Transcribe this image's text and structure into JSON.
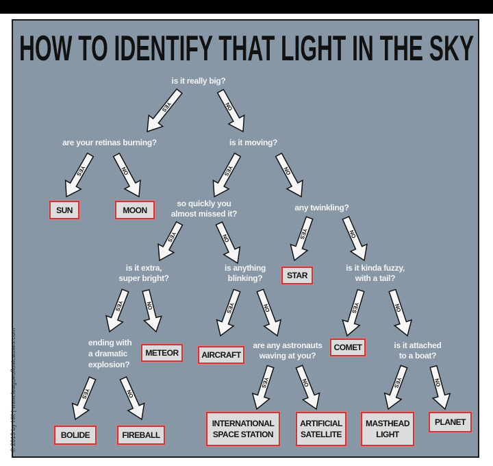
{
  "title": "HOW TO IDENTIFY THAT LIGHT IN THE SKY",
  "labels": {
    "yes": "YES",
    "no": "NO"
  },
  "questions": {
    "really_big": "is it really big?",
    "retinas": "are your retinas burning?",
    "moving": "is it moving?",
    "quickly": [
      "so quickly you",
      "almost missed it?"
    ],
    "twinkling": "any twinkling?",
    "bright": [
      "is it extra,",
      "super bright?"
    ],
    "blinking": [
      "is anything",
      "blinking?"
    ],
    "fuzzy": [
      "is it kinda fuzzy,",
      "with a tail?"
    ],
    "explosion": [
      "ending with",
      "a dramatic",
      "explosion?"
    ],
    "astronauts": [
      "are any astronauts",
      "waving at you?"
    ],
    "boat": [
      "is it attached",
      "to a boat?"
    ]
  },
  "answers": {
    "sun": "SUN",
    "moon": "MOON",
    "star": "STAR",
    "meteor": "METEOR",
    "aircraft": "AIRCRAFT",
    "comet": "COMET",
    "bolide": "BOLIDE",
    "fireball": "FIREBALL",
    "iss": [
      "INTERNATIONAL",
      "SPACE STATION"
    ],
    "satellite": [
      "ARTIFICIAL",
      "SATELLITE"
    ],
    "masthead": [
      "MASTHEAD",
      "LIGHT"
    ],
    "planet": "PLANET"
  },
  "credit": "© 2013 by HK  |  www.leagueoflostcauses.com",
  "colors": {
    "background": "#8797a6",
    "box_border": "#c9383a",
    "box_fill": "#dcdcdc"
  }
}
